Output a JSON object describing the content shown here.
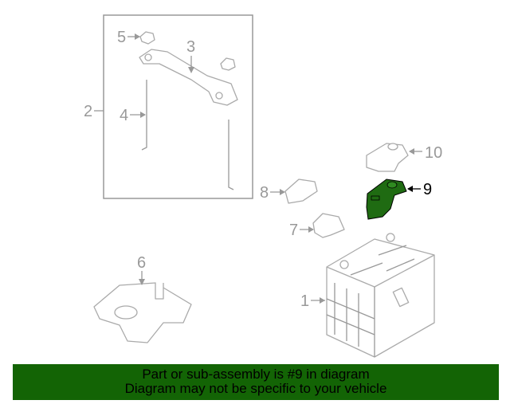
{
  "diagram": {
    "callouts": [
      {
        "id": "1",
        "label": "1"
      },
      {
        "id": "2",
        "label": "2"
      },
      {
        "id": "3",
        "label": "3"
      },
      {
        "id": "4",
        "label": "4"
      },
      {
        "id": "5",
        "label": "5"
      },
      {
        "id": "6",
        "label": "6"
      },
      {
        "id": "7",
        "label": "7"
      },
      {
        "id": "8",
        "label": "8"
      },
      {
        "id": "9",
        "label": "9"
      },
      {
        "id": "10",
        "label": "10"
      }
    ],
    "highlight_color": "#1f6b12"
  },
  "banner": {
    "line1": "Part or sub-assembly is #9 in diagram",
    "line2": "Diagram may not be specific to your vehicle",
    "color": "#136405"
  }
}
